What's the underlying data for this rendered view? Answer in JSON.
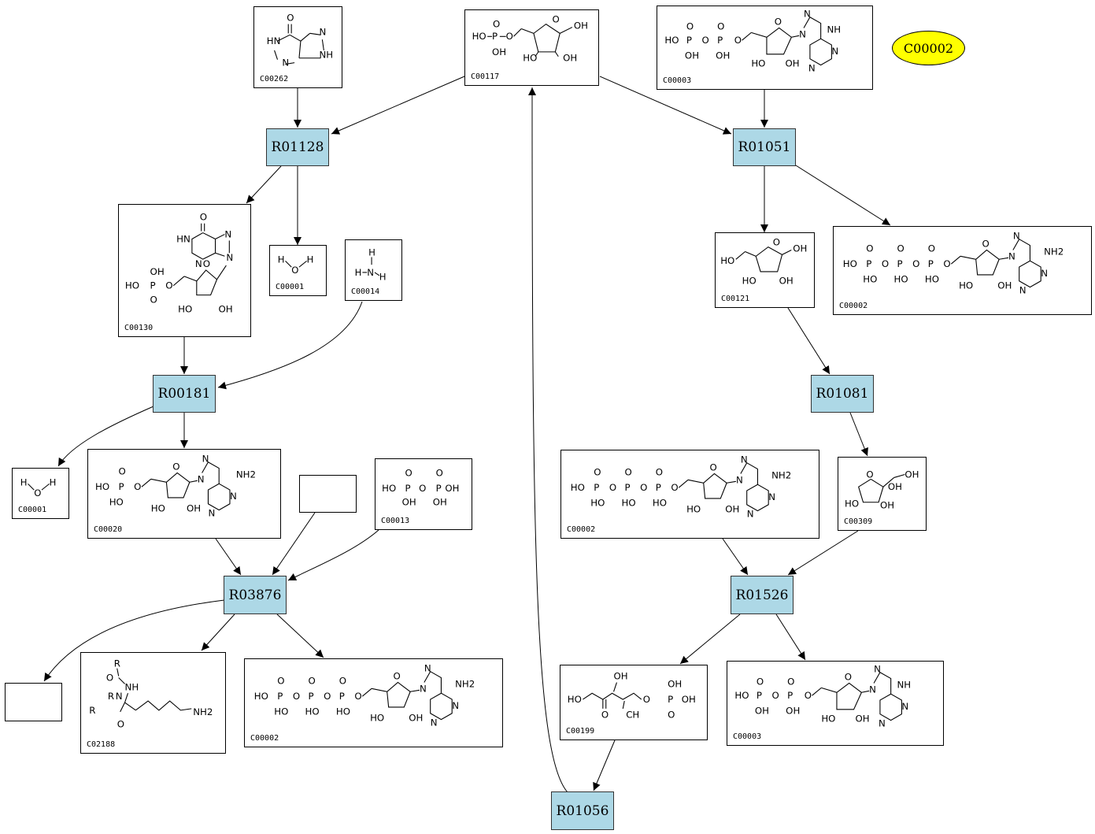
{
  "reactions": {
    "r01128": "R01128",
    "r01051": "R01051",
    "r00181": "R00181",
    "r01081": "R01081",
    "r03876": "R03876",
    "r01526": "R01526",
    "r01056": "R01056"
  },
  "compounds": {
    "c00262": "C00262",
    "c00117": "C00117",
    "c00003_top": "C00003",
    "c00130": "C00130",
    "c00001_a": "C00001",
    "c00014": "C00014",
    "c00121": "C00121",
    "c00002_right": "C00002",
    "c00001_b": "C00001",
    "c00020": "C00020",
    "c00013": "C00013",
    "c00002_mid": "C00002",
    "c00309": "C00309",
    "c02188": "C02188",
    "c00002_bottom": "C00002",
    "c00199": "C00199",
    "c00003_bottom": "C00003"
  },
  "highlight": {
    "label": "C00002",
    "color": "#ffff00"
  },
  "colors": {
    "reaction_fill": "#add8e6",
    "box_border": "#000000",
    "edge": "#000000"
  },
  "atoms": {
    "O": "O",
    "OH": "OH",
    "HO": "HO",
    "P": "P",
    "H": "H",
    "N": "N",
    "NH": "NH",
    "NH2": "NH2",
    "HN": "HN",
    "R": "R",
    "CH": "CH",
    "NH2sub": "2",
    "CHbar": "C"
  }
}
